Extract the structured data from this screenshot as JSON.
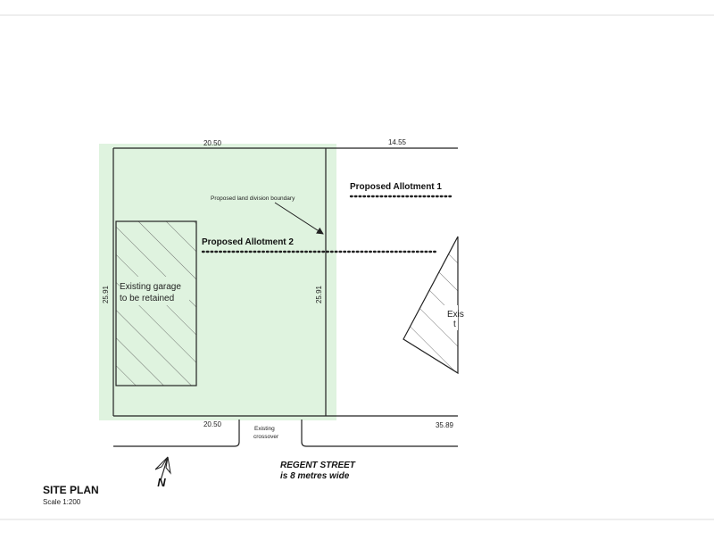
{
  "colors": {
    "allotment2_fill": "#dff3df",
    "line": "#222222",
    "page_border": "#dddddd"
  },
  "dimensions": {
    "top_left": "20.50",
    "top_right": "14.55",
    "bottom_left": "20.50",
    "bottom_right": "35.89",
    "left_side": "25.91",
    "boundary_side": "25.91"
  },
  "labels": {
    "boundary_note": "Proposed land division boundary",
    "allotment_1": "Proposed Allotment 1",
    "allotment_2": "Proposed Allotment 2",
    "garage_line1": "Existing garage",
    "garage_line2": "to be retained",
    "house_line1": "Exis",
    "house_line2": "t",
    "crossover_line1": "Existing",
    "crossover_line2": "crossover",
    "street_line1": "REGENT STREET",
    "street_line2": "is 8 metres wide",
    "north": "N",
    "title": "SITE PLAN",
    "scale": "Scale 1:200"
  }
}
